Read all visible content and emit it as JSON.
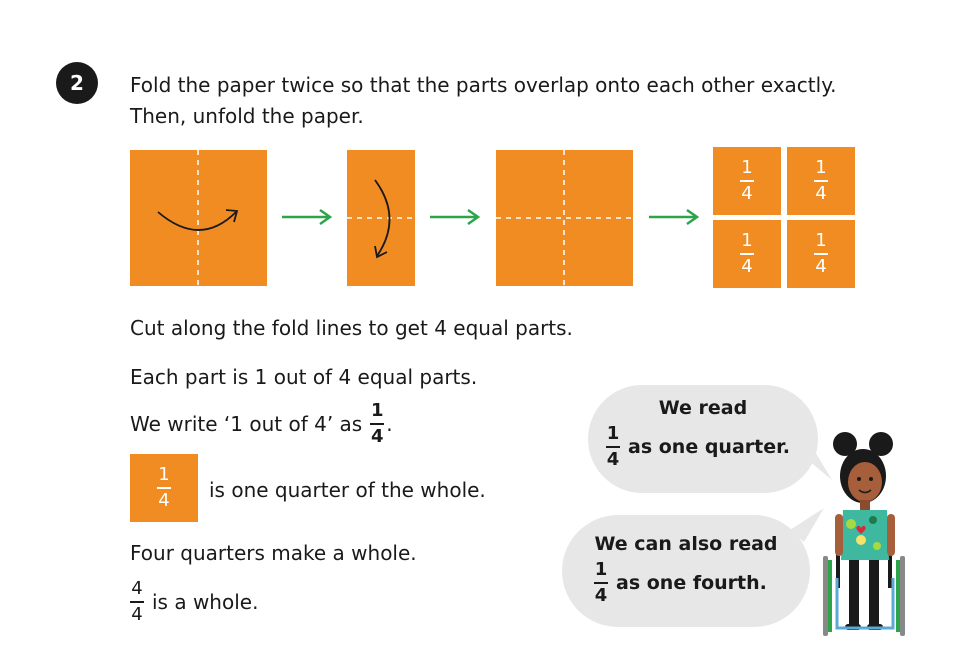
{
  "question_number": "2",
  "instruction": {
    "line1": "Fold the paper twice so that the parts overlap onto each other exactly.",
    "line2": "Then, unfold the paper."
  },
  "tile_fraction": {
    "numerator": "1",
    "denominator": "4"
  },
  "body": {
    "cut_line": "Cut along the fold lines to get 4 equal parts.",
    "each_part": "Each part is 1 out of 4 equal parts.",
    "write_prefix": "We write ‘1 out of 4’ as",
    "write_fraction": {
      "numerator": "1",
      "denominator": "4"
    },
    "write_suffix": ".",
    "quarter_of_whole": "is one quarter of the whole.",
    "four_quarters": "Four quarters make a whole.",
    "whole_fraction": {
      "numerator": "4",
      "denominator": "4"
    },
    "is_whole": "is a whole."
  },
  "bubble1": {
    "line1": "We read",
    "fraction": {
      "numerator": "1",
      "denominator": "4"
    },
    "rest": "as one quarter."
  },
  "bubble2": {
    "line1": "We can also read",
    "fraction": {
      "numerator": "1",
      "denominator": "4"
    },
    "rest": "as one fourth."
  },
  "colors": {
    "paper": "#f08c22",
    "arrow": "#2da44a",
    "bubble": "#e7e7e7",
    "badge": "#1a1a1a"
  },
  "icons": [
    "curved-arrow-icon",
    "right-arrow-icon",
    "character-in-wheelchair"
  ]
}
